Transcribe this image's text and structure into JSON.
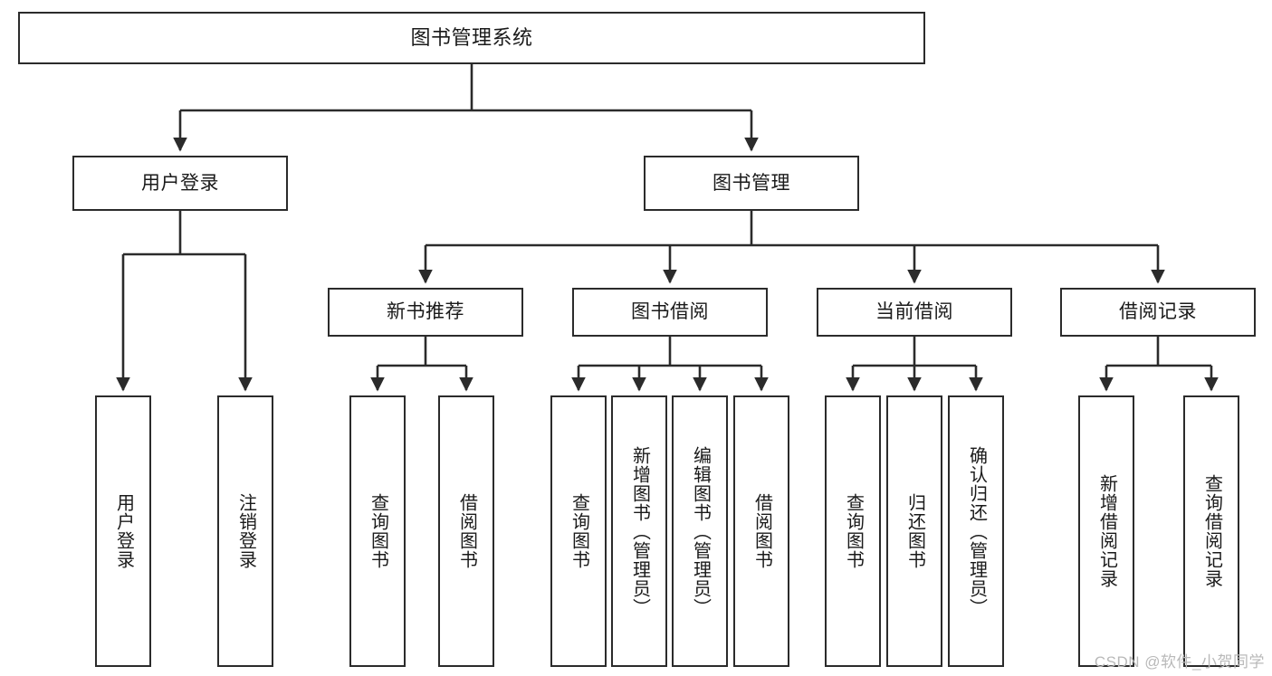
{
  "diagram": {
    "title": "图书管理系统",
    "watermark": "CSDN @软件_小贺同学",
    "stroke_color": "#2b2b2b",
    "background_color": "#ffffff",
    "text_color": "#1a1a1a",
    "watermark_color": "#b9b9b9",
    "type": "tree-hierarchy",
    "levels": 3
  },
  "nodes": {
    "root": {
      "label": "图书管理系统"
    },
    "level1": [
      {
        "id": "user-login",
        "label": "用户登录"
      },
      {
        "id": "book-management",
        "label": "图书管理"
      }
    ],
    "level2": [
      {
        "id": "new-book-recommend",
        "label": "新书推荐",
        "parent": "book-management"
      },
      {
        "id": "book-borrow",
        "label": "图书借阅",
        "parent": "book-management"
      },
      {
        "id": "current-borrow",
        "label": "当前借阅",
        "parent": "book-management"
      },
      {
        "id": "borrow-record",
        "label": "借阅记录",
        "parent": "book-management"
      }
    ],
    "leaves": {
      "user_login": [
        {
          "id": "leaf-user-login",
          "label": "用户登录"
        },
        {
          "id": "leaf-logout-login",
          "label": "注销登录"
        }
      ],
      "new_book_recommend": [
        {
          "id": "leaf-query-book-1",
          "label": "查询图书"
        },
        {
          "id": "leaf-borrow-book-1",
          "label": "借阅图书"
        }
      ],
      "book_borrow": [
        {
          "id": "leaf-query-book-2",
          "label": "查询图书"
        },
        {
          "id": "leaf-add-book",
          "label": "新增图书（管理员）"
        },
        {
          "id": "leaf-edit-book",
          "label": "编辑图书（管理员）"
        },
        {
          "id": "leaf-borrow-book-2",
          "label": "借阅图书"
        }
      ],
      "current_borrow": [
        {
          "id": "leaf-query-book-3",
          "label": "查询图书"
        },
        {
          "id": "leaf-return-book",
          "label": "归还图书"
        },
        {
          "id": "leaf-confirm-return",
          "label": "确认归还（管理员）"
        }
      ],
      "borrow_record": [
        {
          "id": "leaf-add-borrow-record",
          "label": "新增借阅记录"
        },
        {
          "id": "leaf-query-borrow-record",
          "label": "查询借阅记录"
        }
      ]
    }
  }
}
